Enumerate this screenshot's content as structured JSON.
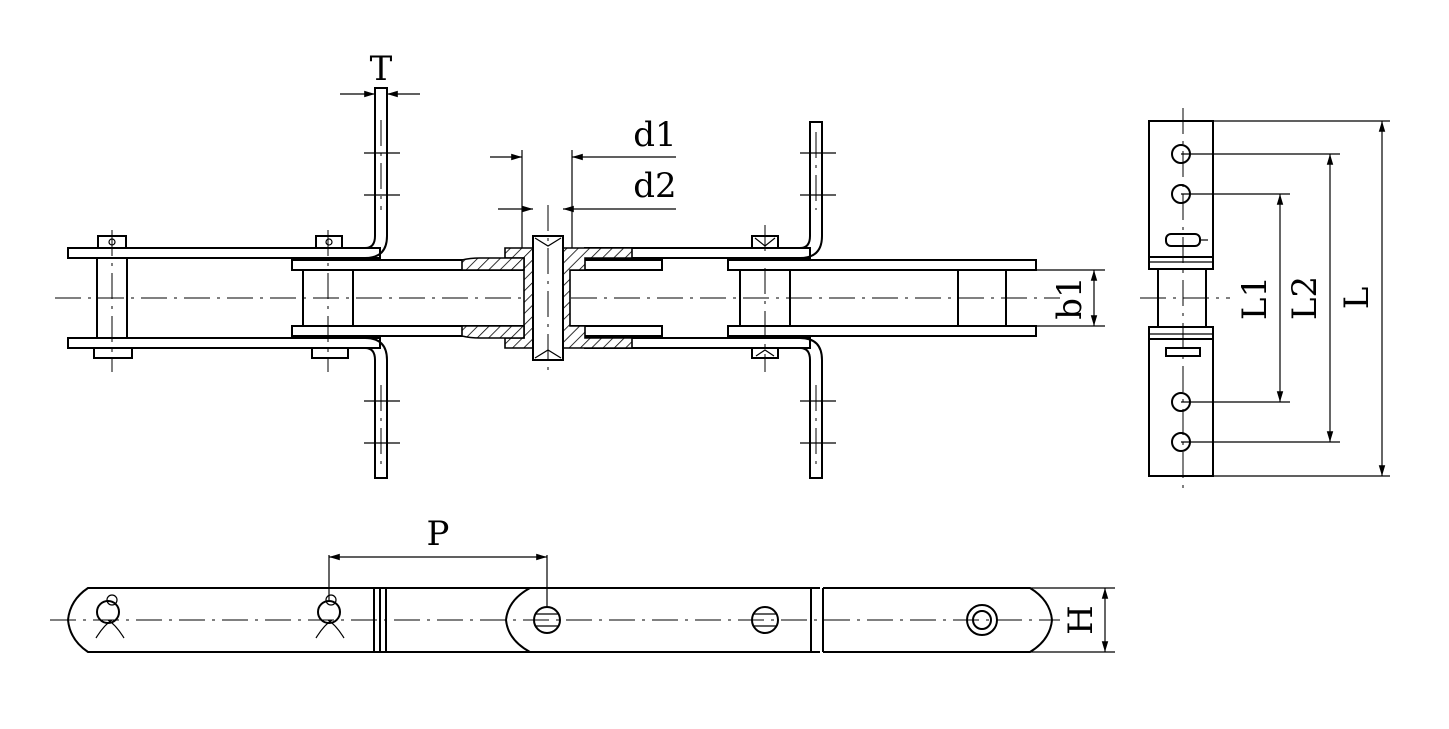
{
  "drawing": {
    "title": "",
    "dimension_labels": {
      "T": "T",
      "d1": "d1",
      "d2": "d2",
      "b1": "b1",
      "L1": "L1",
      "L2": "L2",
      "L": "L",
      "P": "P",
      "H": "H"
    },
    "line_color": "#000000",
    "background_color": "#ffffff",
    "views": [
      "top-view",
      "side-view",
      "end-view"
    ]
  }
}
